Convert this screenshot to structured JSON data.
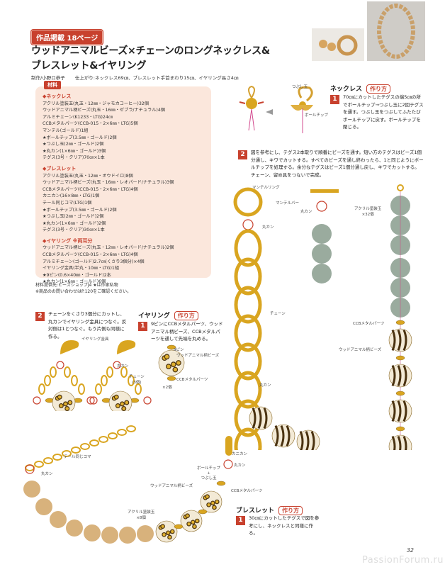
{
  "header": {
    "badge": "作品掲載 18ページ",
    "title_line1": "ウッドアニマルビーズ×チェーンのロングネックレス&",
    "title_line2": "ブレスレット&イヤリング",
    "maker": "制作/小野口恭子",
    "finished": "仕上がり:ネックレス69㎝、ブレスレット手首まわり15㎝、イヤリング長さ4㎝"
  },
  "materials": {
    "tag": "材料",
    "sections": [
      {
        "heading": "◆ネックレス",
        "items": [
          "アクリル塗装玉(丸玉・12㎜・ジャモカコーヒー)32個",
          "ウッドアニマル柄ビーズ(丸玉・16㎜・ゼブラ/ナチュラル)4個",
          "アルミチェーン(K1233・LTG)24㎝",
          "CCBメタルパーツ(CCB-015・2×6㎜・LTG)5個",
          "マンテル(ゴールド)1組",
          "★ボールチップ(3.5㎜・ゴールド)2個",
          "★つぶし玉(2㎜・ゴールド)2個",
          "★丸カン(1×6㎜・ゴールド)3個",
          "テグス(3号・クリア)70㎝×1本"
        ]
      },
      {
        "heading": "◆ブレスレット",
        "items": [
          "アクリル塗装玉(丸玉・12㎜・オウドイロ)8個",
          "ウッドアニマル柄ビーズ(丸玉・16㎜・レオパード/ナチュラル)3個",
          "CCBメタルパーツ(CCB-015・2×6㎜・LTG)4個",
          "カニカン(16×8㎜・LTG)1個",
          "テール同じコマ(LTG)1個",
          "★ボールチップ(3.5㎜・ゴールド)2個",
          "★つぶし玉(2㎜・ゴールド)2個",
          "★丸カン(1×6㎜・ゴールド)2個",
          "テグス(3号・クリア)30㎝×1本"
        ]
      },
      {
        "heading": "◆イヤリング ※両耳分",
        "items": [
          "ウッドアニマル柄ビーズ(丸玉・12㎜・レオパード/ナチュラル)2個",
          "CCBメタルパーツ(CCB-015・2×6㎜・LTG)4個",
          "アルミチェーン(ゴールド)2.7㎝(くさり3個分)×4個",
          "イヤリング金具(半丸・10㎜・LTG)1組",
          "★9ピン(0.6×40㎜・ゴールド)2本",
          "★丸カン(1×6㎜・ゴールド)6個"
        ]
      }
    ]
  },
  "notes": [
    "材料提供先:ビーズショップJ4 ★は作家私物",
    "※商品のお問い合わせはP.120をご確認ください。"
  ],
  "necklace": {
    "title": "ネックレス",
    "howto": "作り方",
    "step1": {
      "num": "1",
      "text": "70㎝にカットしたテグスの端5㎝の所でボールチップ→つぶし玉に2回テグスを通す。つぶし玉をつぶしてふたたびボールチップに戻す。ボールチップを閉じる。"
    },
    "step2": {
      "num": "2",
      "text": "図を参考にし、テグス2本取りで順番にビーズを通す。短い方のテグスはビーズ1個分通し、キワでカットする。すべてのビーズを通し終わったら、1と同じようにボールチップを処理する。余分なテグスはビーズ1個分通し戻し、キワでカットする。チェーン、留め具をつないで完成。"
    },
    "labels": {
      "tsubushi": "つぶし玉",
      "ballchip": "ボールチップ",
      "mantel_ring": "マンテルリング",
      "mantel_bar": "マンテルバー",
      "marukan": "丸カン",
      "chain": "チェーン",
      "acrylic": "アクリル塗装玉",
      "acrylic_count": "×32個",
      "ccb": "CCBメタルパーツ",
      "wood": "ウッドアニマル柄ビーズ"
    }
  },
  "earring": {
    "title": "イヤリング",
    "howto": "作り方",
    "step1": {
      "num": "1",
      "text": "9ピンにCCBメタルパーツ、ウッドアニマル柄ビーズ、CCBメタルパーツを通して先端を丸める。"
    },
    "step2": {
      "num": "2",
      "text": "チェーンをくさり3個分にカットし、丸カンでイヤリング金具につなぐ。反対側は1とつなぐ。もう片側も同様に作る。"
    },
    "labels": {
      "fitting": "イヤリング金具",
      "marukan": "丸カン",
      "chain": "チェーン",
      "chain_count": "(3個)",
      "pin": "9ピン",
      "wood": "ウッドアニマル柄ビーズ",
      "ccb": "CCBメタルパーツ",
      "count": "×2個"
    }
  },
  "bracelet": {
    "title": "ブレスレット",
    "howto": "作り方",
    "step1": {
      "num": "1",
      "text": "30㎝にカットしたテグスで図を参考にし、ネックレスと同様に作る。"
    },
    "labels": {
      "tail": "テール同じコマ",
      "marukan_l": "丸カン",
      "kanikan": "カニカン",
      "marukan_r": "丸カン",
      "ballchip": "ボールチップ",
      "plus": "+",
      "tsubushi": "つぶし玉",
      "wood": "ウッドアニマル柄ビーズ",
      "ccb": "CCBメタルパーツ",
      "acrylic": "アクリル塗装玉",
      "acrylic_count": "×8個"
    }
  },
  "footer": {
    "page": "32",
    "watermark": "PassionForum.ru"
  },
  "colors": {
    "accent": "#c8412e",
    "box": "#fbe7dc",
    "gold": "#d9a520",
    "green_bead": "#9aab9e",
    "tan_bead": "#d8b27c"
  }
}
